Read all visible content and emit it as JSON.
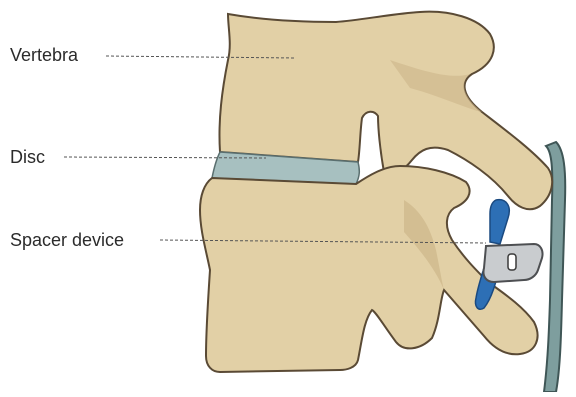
{
  "labels": {
    "vertebra": "Vertebra",
    "disc": "Disc",
    "spacer": "Spacer device"
  },
  "colors": {
    "bone": "#e2d0a6",
    "bone_outline": "#5a4a35",
    "bone_shadow": "#cdb68a",
    "disc": "#a7c0c0",
    "ligament": "#7e9e9e",
    "spacer_wing": "#2d6fb5",
    "spacer_body": "#c9cccf",
    "leader_line": "#555555",
    "text": "#2b2b2b"
  },
  "parts": [
    "upper-vertebra",
    "lower-vertebra",
    "intervertebral-disc",
    "spacer-device",
    "spinal-ligament"
  ]
}
